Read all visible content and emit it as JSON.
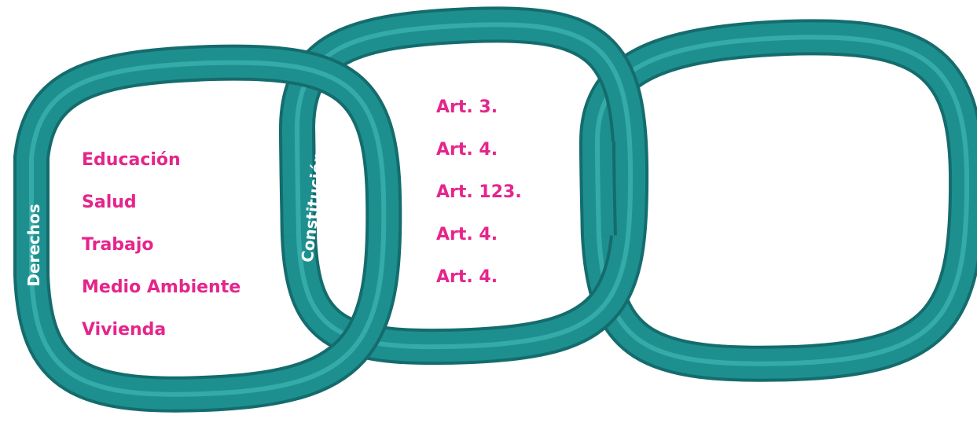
{
  "rings": [
    {
      "label": "Derechos",
      "items": [
        "Educación",
        "Salud",
        "Trabajo",
        "Medio Ambiente",
        "Vivienda"
      ]
    },
    {
      "label": "Constitución",
      "items": [
        "Art. 3.",
        "Art. 4.",
        "Art. 123.",
        "Art. 4.",
        "Art. 4."
      ]
    },
    {
      "label": "",
      "items": []
    }
  ],
  "colors": {
    "ring": "#1e8f8f",
    "ring_highlight": "#3fb6b3",
    "ring_shadow": "#146c6d",
    "item_text": "#e5258c",
    "label_text": "#ffffff"
  }
}
